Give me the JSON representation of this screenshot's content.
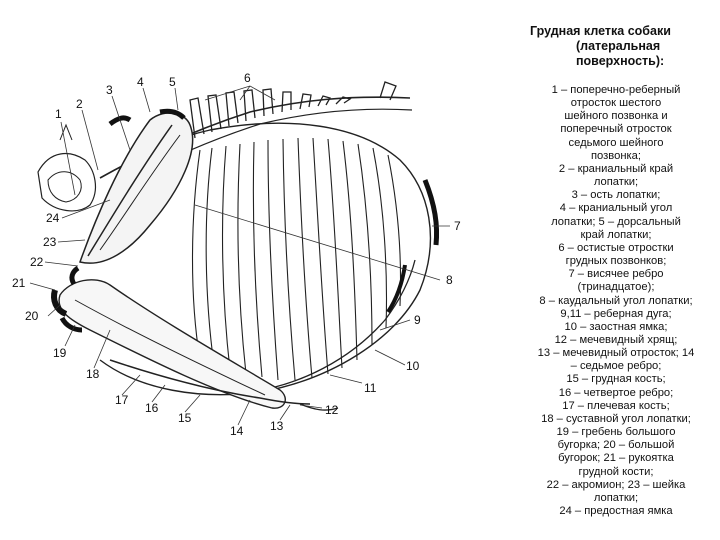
{
  "title_lines": [
    "Грудная клетка собаки",
    "(латеральная",
    "поверхность):"
  ],
  "legend_lines": [
    "1 – поперечно-реберный",
    "отросток шестого",
    "шейного позвонка и",
    "поперечный отросток",
    "седьмого шейного",
    "позвонка;",
    "2 – краниальный край",
    "лопатки;",
    "3 – ость лопатки;",
    "4 – краниальный угол",
    "лопатки; 5 – дорсальный",
    "край лопатки;",
    "6 – остистые отростки",
    "грудных позвонков;",
    "7 – висячее ребро",
    "(тринадцатое);",
    "8 – каудальный угол лопатки;",
    "9,11 – реберная дуга;",
    "10 – заостная ямка;",
    "12 – мечевидный хрящ;",
    "13 – мечевидный отросток; 14",
    "– седьмое ребро;",
    "15 – грудная кость;",
    "16 – четвертое ребро;",
    "17 – плечевая кость;",
    "18 – суставной угол лопатки;",
    "19 – гребень большого",
    "бугорка; 20 – большой",
    "бугорок; 21 – рукоятка",
    "грудной кости;",
    "22 – акромион; 23 – шейка",
    "лопатки;",
    "24 – предостная ямка"
  ],
  "figure_labels": {
    "l1": "1",
    "l2": "2",
    "l3": "3",
    "l4": "4",
    "l5": "5",
    "l6": "6",
    "l7": "7",
    "l8": "8",
    "l9": "9",
    "l10": "10",
    "l11": "11",
    "l12": "12",
    "l13": "13",
    "l14": "14",
    "l15": "15",
    "l16": "16",
    "l17": "17",
    "l18": "18",
    "l19": "19",
    "l20": "20",
    "l21": "21",
    "l22": "22",
    "l23": "23",
    "l24": "24"
  },
  "colors": {
    "line": "#222222",
    "highlight": "#111111",
    "shade": "#9a9a9a"
  }
}
